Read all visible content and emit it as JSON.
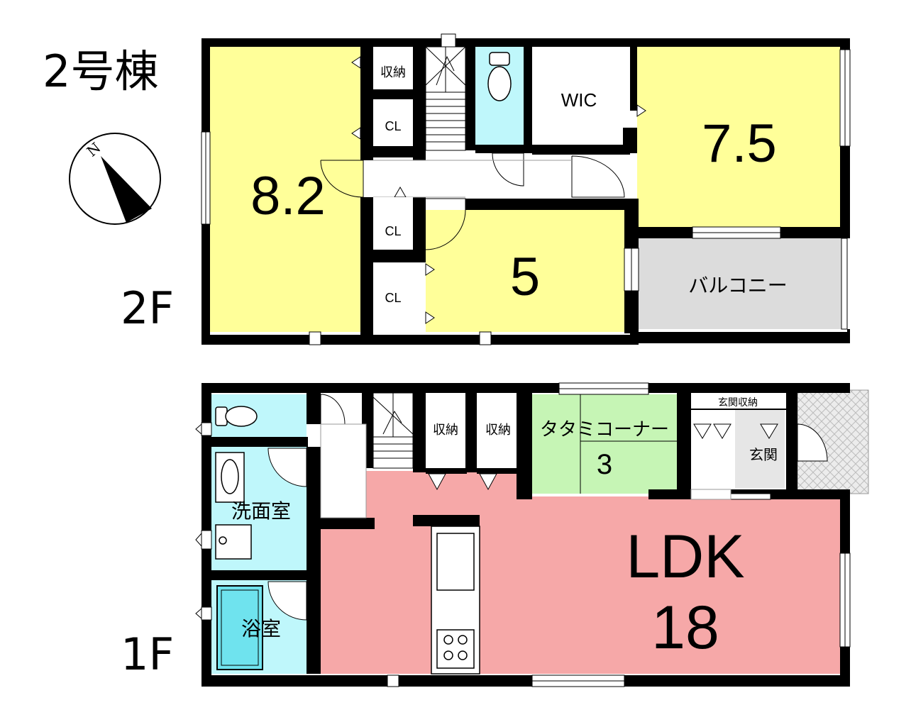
{
  "building_label": "2号棟",
  "compass": {
    "north_label": "N"
  },
  "floors": {
    "second": {
      "label": "2F",
      "rooms": {
        "bedroom_large": "8.2",
        "bedroom_medium": "7.5",
        "bedroom_small": "5",
        "walk_in_closet": "WIC",
        "storage": "収納",
        "closet_1": "CL",
        "closet_2": "CL",
        "closet_3": "CL",
        "balcony": "バルコニー"
      }
    },
    "first": {
      "label": "1F",
      "rooms": {
        "ldk_name": "LDK",
        "ldk_size": "18",
        "tatami_name": "タタミコーナー",
        "tatami_size": "3",
        "storage_1": "収納",
        "storage_2": "収納",
        "entrance_storage": "玄関収納",
        "entrance": "玄関",
        "washroom": "洗面室",
        "bathroom": "浴室"
      }
    }
  },
  "colors": {
    "wall": "#000000",
    "bedroom_yellow": "#ffff99",
    "bedroom_small_yellow": "#ffff99",
    "water_blue": "#bff7fb",
    "balcony_gray": "#dcdcdc",
    "ldk_pink": "#f6a8a8",
    "tatami_green": "#c6f5b5",
    "porch_gray": "#e6e6e6",
    "bath_blue": "#6fe3ee"
  }
}
